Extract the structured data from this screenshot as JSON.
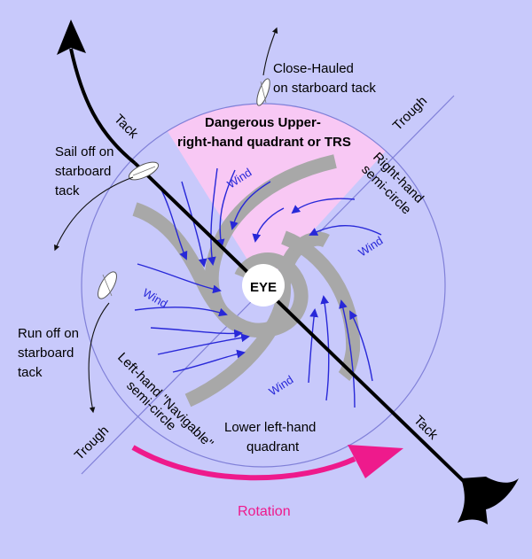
{
  "colors": {
    "background": "#c8c9fb",
    "danger_sector": "#f8c8f4",
    "spiral_bands": "#a8a8a8",
    "wind": "#2828d8",
    "rotation": "#ee1a8c",
    "circle_outline": "#8080d8"
  },
  "labels": {
    "eye": "EYE",
    "tack_upper": "Tack",
    "tack_lower": "Tack",
    "trough_upper": "Trough",
    "trough_lower": "Trough",
    "dangerous_line1": "Dangerous Upper-",
    "dangerous_line2": "right-hand quadrant or TRS",
    "right_semi_line1": "Right-hand",
    "right_semi_line2": "semi-circle",
    "left_semi_line1": "Left-hand \"Navigable\"",
    "left_semi_line2": "semi-circle",
    "lower_quadrant_line1": "Lower left-hand",
    "lower_quadrant_line2": "quadrant",
    "rotation": "Rotation",
    "close_hauled_line1": "Close-Hauled",
    "close_hauled_line2": "on starboard tack",
    "sail_off_line1": "Sail off on",
    "sail_off_line2": "starboard",
    "sail_off_line3": "tack",
    "run_off_line1": "Run off on",
    "run_off_line2": "starboard",
    "run_off_line3": "tack",
    "wind_1": "Wind",
    "wind_2": "Wind",
    "wind_3": "Wind",
    "wind_4": "Wind"
  },
  "icons": [
    "boat-icon",
    "arrow-icon"
  ]
}
